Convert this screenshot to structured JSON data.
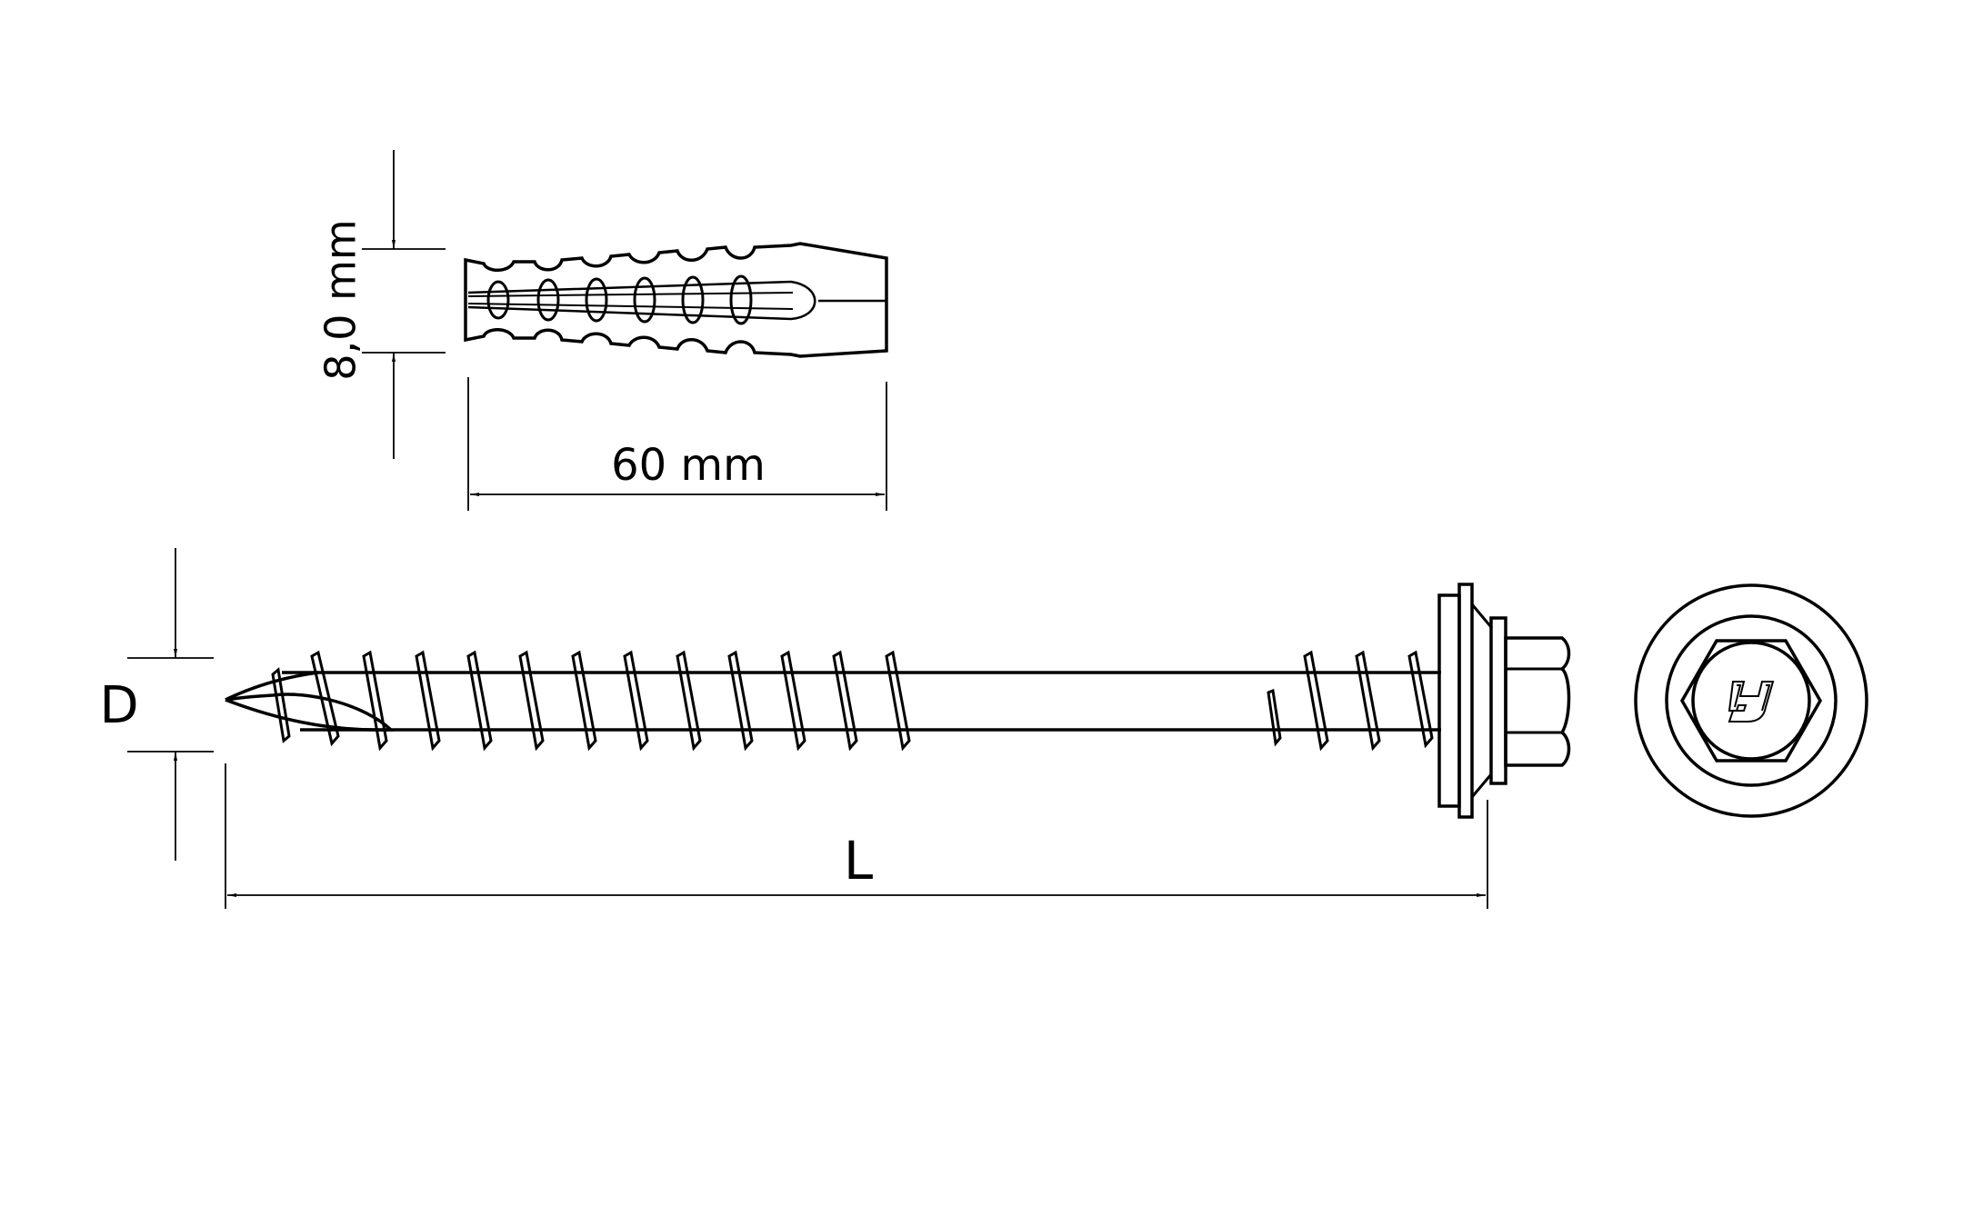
{
  "dowel_dimensions": {
    "diameter_label": "8,0 mm",
    "length_label": "60 mm"
  },
  "screw_dimensions": {
    "diameter_label": "D",
    "length_label": "L"
  },
  "icons": {
    "head_logo": "h-logo-icon"
  },
  "colors": {
    "line": "#000000",
    "background": "#ffffff"
  }
}
